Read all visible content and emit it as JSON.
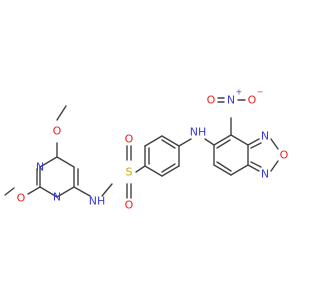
{
  "colors": {
    "carbon_bond": "#404040",
    "nitrogen": "#3a3adf",
    "oxygen": "#ee2020",
    "sulfur": "#c8a800",
    "background": "#ffffff"
  },
  "atoms": {
    "methoxy_top": "O",
    "methoxy_left": "O",
    "pyrimidine_n_top": "N",
    "pyrimidine_n_bottom": "N",
    "sulfonamide_nh": "NH",
    "sulfur": "S",
    "sulfonyl_o_top": "O",
    "sulfonyl_o_bottom": "O",
    "amine_nh": "NH",
    "nitro_n": "N",
    "nitro_n_charge": "+",
    "nitro_o_left": "O",
    "nitro_o_right": "O",
    "nitro_o_charge": "−",
    "oxadiazole_n_top": "N",
    "oxadiazole_o": "O",
    "oxadiazole_n_bottom": "N"
  }
}
